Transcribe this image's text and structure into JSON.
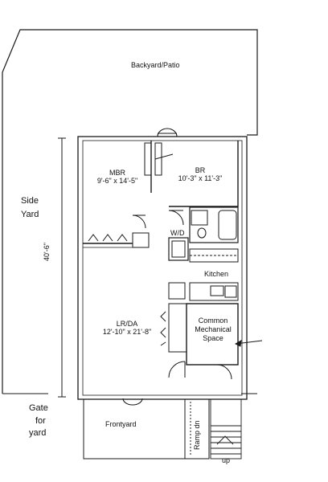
{
  "title": "",
  "labels": {
    "backyard": "Backyard/Patio",
    "side_yard_line1": "Side",
    "side_yard_line2": "Yard",
    "dimension": "40'-6\"",
    "mbr_name": "MBR",
    "mbr_size": "9'-6\" x 14'-5\"",
    "br_name": "BR",
    "br_size": "10'-3\" x 11'-3\"",
    "wd": "W/D",
    "kitchen": "Kitchen",
    "lrda_name": "LR/DA",
    "lrda_size": "12'-10\" x 21'-8\"",
    "mech_line1": "Common",
    "mech_line2": "Mechanical",
    "mech_line3": "Space",
    "gate_line1": "Gate",
    "gate_line2": "for",
    "gate_line3": "yard",
    "frontyard": "Frontyard",
    "ramp": "Ramp dn",
    "up": "up"
  },
  "colors": {
    "line": "#1a1a1a",
    "paper": "#ffffff"
  }
}
